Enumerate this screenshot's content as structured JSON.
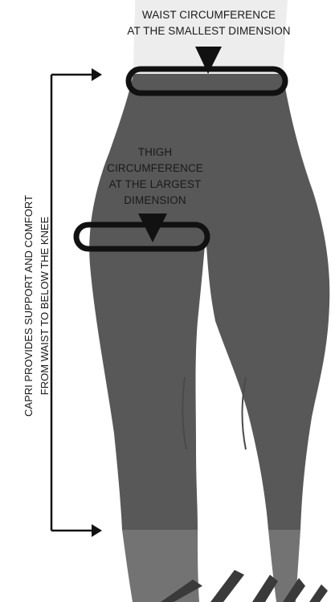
{
  "waist_label": {
    "line1": "WAIST CIRCUMFERENCE",
    "line2": "AT THE SMALLEST DIMENSION"
  },
  "thigh_label": {
    "line1": "THIGH",
    "line2": "CIRCUMFERENCE",
    "line3": "AT THE LARGEST",
    "line4": "DIMENSION"
  },
  "side_label": {
    "line1": "CAPRI PROVIDES SUPPORT AND COMFORT",
    "line2": "FROM WAIST TO BELOW THE KNEE"
  },
  "colors": {
    "garment": "#585858",
    "garment_lower": "#737373",
    "skin": "#ededed",
    "band": "#111111",
    "pointer": "#111111",
    "text": "#1a1a1a"
  }
}
